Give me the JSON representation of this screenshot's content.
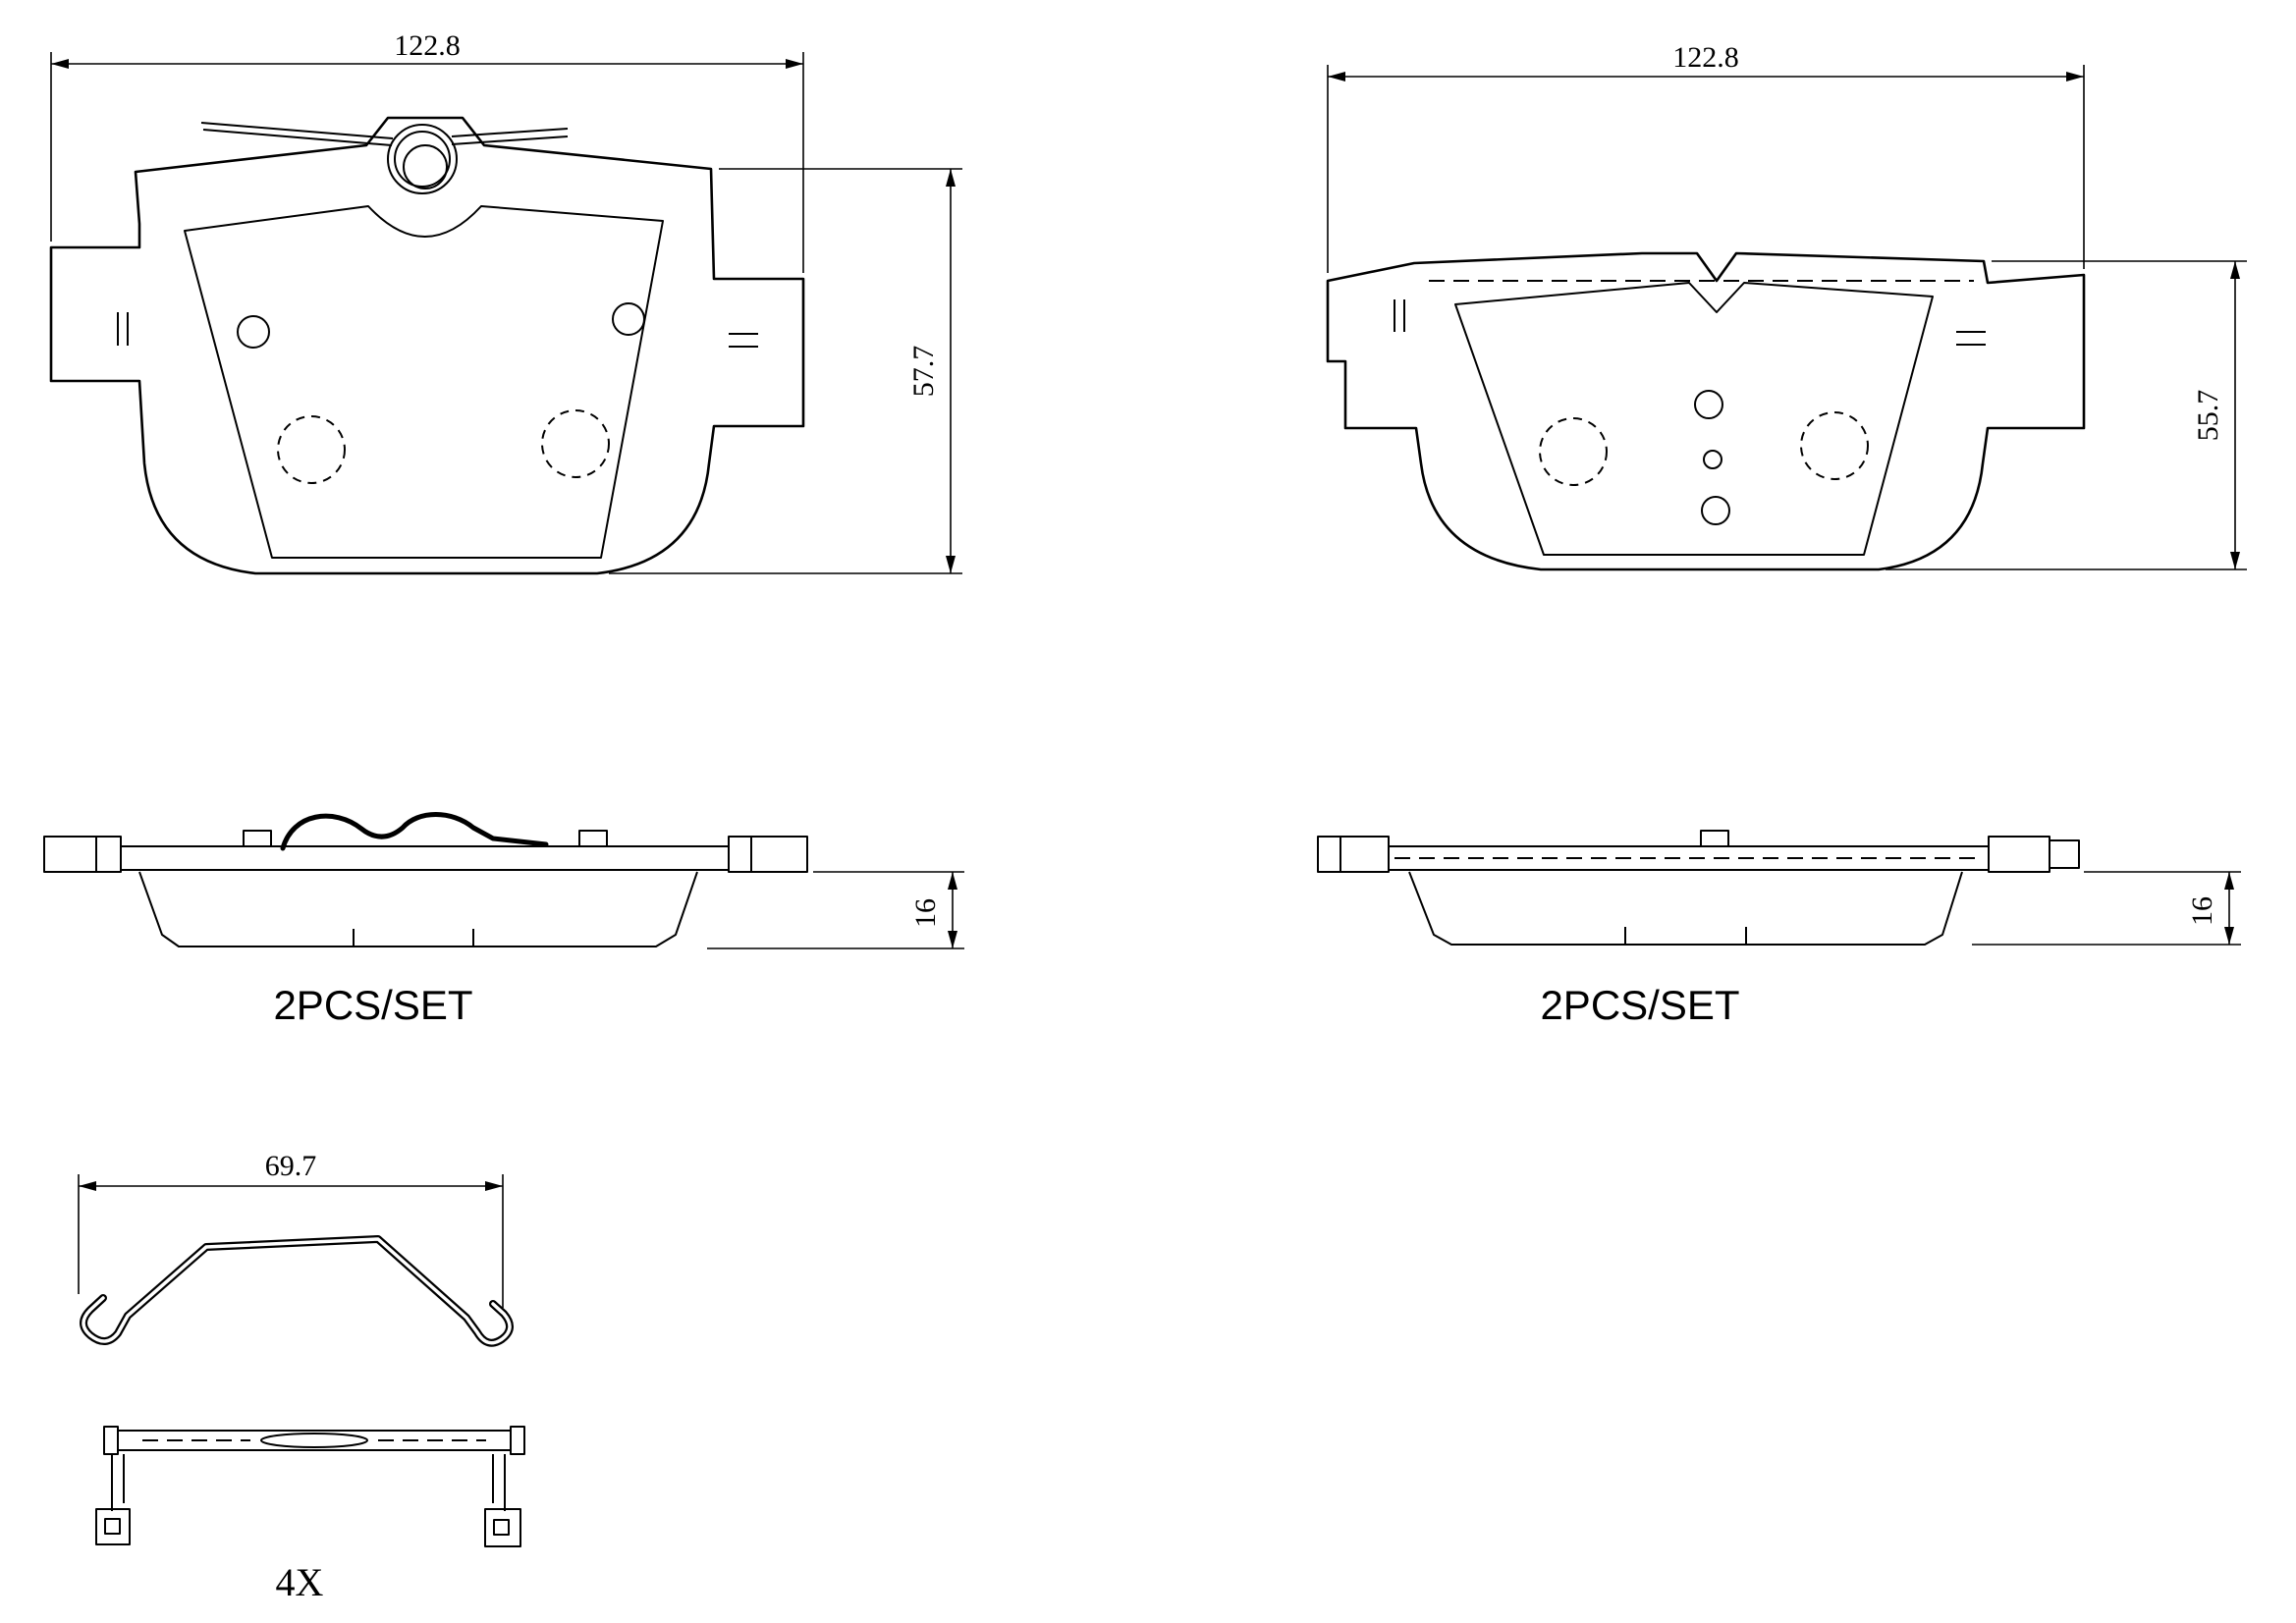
{
  "figures": {
    "pad_left_front": {
      "width_dim": "122.8",
      "height_dim": "57.7"
    },
    "pad_right_front": {
      "width_dim": "122.8",
      "height_dim": "55.7"
    },
    "pad_left_side": {
      "thickness_dim": "16",
      "label": "2PCS/SET"
    },
    "pad_right_side": {
      "thickness_dim": "16",
      "label": "2PCS/SET"
    },
    "spring_clip": {
      "width_dim": "69.7"
    },
    "retainer_clip": {
      "quantity_label": "4X"
    }
  },
  "colors": {
    "line": "#000000",
    "background": "#ffffff"
  }
}
